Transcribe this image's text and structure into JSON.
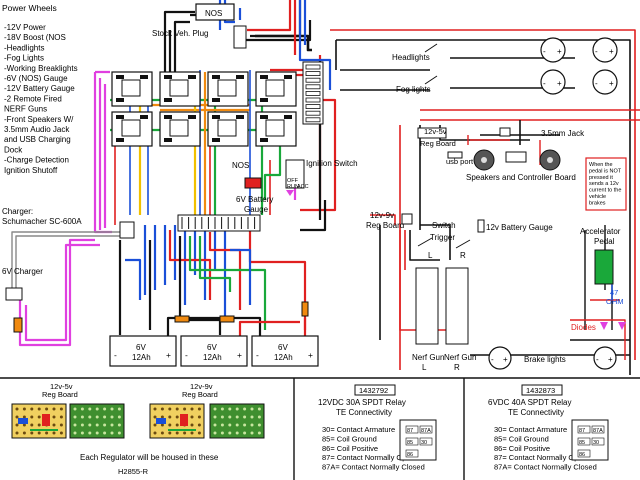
{
  "feature_list": {
    "title": "Power Wheels",
    "items": [
      "-12V Power",
      "-18V Boost (NOS",
      "-Headlights",
      "-Fog Lights",
      "-Working Breaklights",
      "-6V (NOS) Gauge",
      "-12V Battery Gauge",
      "-2 Remote Fired",
      "  NERF Guns",
      "-Front Speakers W/",
      "  3.5mm Audio Jack",
      "  and USB Charging",
      "  Dock",
      "-Charge Detection",
      "  Ignition Shutoff"
    ]
  },
  "charger": {
    "line1": "Charger:",
    "line2": "Schumacher SC-600A"
  },
  "labels": {
    "nos_top": "NOS",
    "stock_plug": "Stock Veh. Plug",
    "nos_gauge_side": "NOS",
    "gauge_6v_1": "6V Battery",
    "gauge_6v_2": "Gauge",
    "ignition": "Ignition Switch",
    "ign_off": "OFF",
    "ign_run": "RUN",
    "ign_acc": "ACC",
    "headlights": "Headlights",
    "fog_lights": "Fog lights",
    "reg_125_1": "12v-5v",
    "reg_125_2": "Reg Board",
    "jack": "3.5mm Jack",
    "usb": "usb port",
    "speakers": "Speakers and Controller Board",
    "pedal_note": [
      "When the",
      "pedal is NOT",
      "pressed it",
      "sends a 12v",
      "current to the",
      "vehicle",
      "brakes"
    ],
    "reg_129_1": "12v-9v",
    "reg_129_2": "Reg Board",
    "switch_1": "Switch",
    "switch_2": "Trigger",
    "gauge_12v": "12v Battery Gauge",
    "pedal_1": "Accelerator",
    "pedal_2": "Pedal",
    "resistor_1": "47",
    "resistor_2": "OHM",
    "diodes": "Diodes",
    "l": "L",
    "r": "R",
    "nerf_l_1": "Nerf Gun",
    "nerf_l_2": "L",
    "nerf_r_1": "Nerf Gun",
    "nerf_r_2": "R",
    "brake": "Brake lights",
    "charger_6v": "6V Charger",
    "minus": "-",
    "plus": "+"
  },
  "batteries": [
    {
      "v": "6V",
      "ah": "12Ah"
    },
    {
      "v": "6V",
      "ah": "12Ah"
    },
    {
      "v": "6V",
      "ah": "12Ah"
    }
  ],
  "bottom": {
    "reg1_a": "12v-5v",
    "reg1_b": "Reg Board",
    "reg2_a": "12v-9v",
    "reg2_b": "Reg Board",
    "housed": "Each Regulator will be housed in these",
    "part": "H2855-R",
    "relay1": {
      "part": "1432792",
      "title": "12VDC 30A SPDT Relay",
      "maker": "TE Connectivity",
      "pins": [
        "30= Contact Armature",
        "85= Coil Ground",
        "86= Coil Positive",
        "87= Contact Normally Open",
        "87A= Contact Normally Closed"
      ]
    },
    "relay2": {
      "part": "1432873",
      "title": "6VDC 40A SPDT Relay",
      "maker": "TE Connectivity",
      "pins": [
        "30= Contact Armature",
        "85= Coil Ground",
        "86= Coil Positive",
        "87= Contact Normally Open",
        "87A= Contact Normally Closed"
      ]
    },
    "relay_pin_labels": [
      "87",
      "87A",
      "85",
      "30",
      "86"
    ]
  },
  "colors": {
    "red": "#e02020",
    "black": "#111111",
    "blue": "#1a4fd8",
    "green": "#19a83a",
    "magenta": "#e040e0",
    "yellow": "#f0c000",
    "orange": "#f08a10",
    "gray": "#888888",
    "board": "#3f8f2f",
    "proto": "#f0d060",
    "pedal": "#1aa83a"
  }
}
